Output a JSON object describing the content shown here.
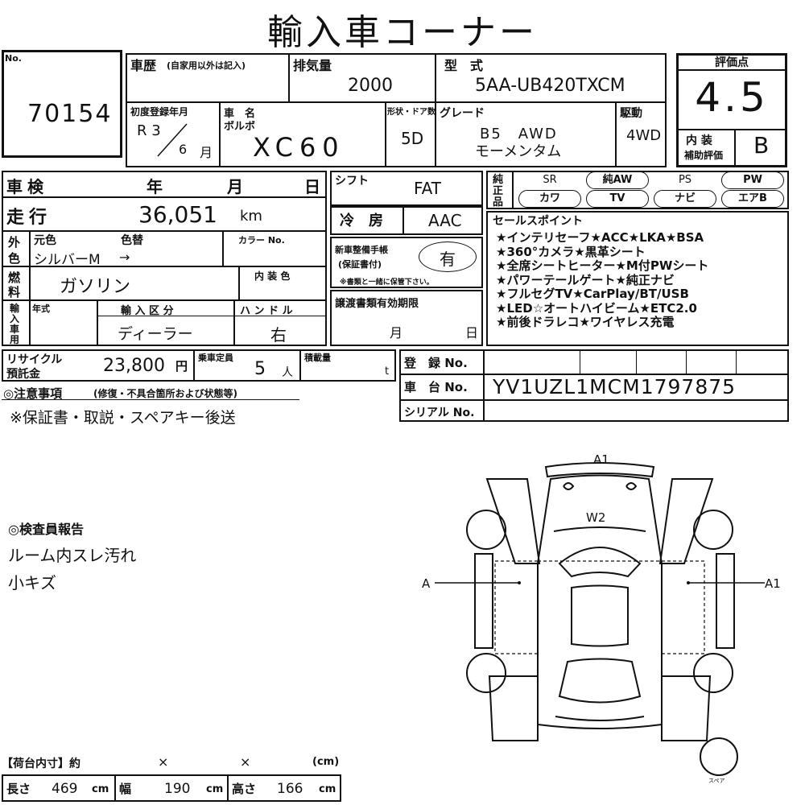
{
  "title": "輸入車コーナー",
  "lot": {
    "label": "No.",
    "value": "70154"
  },
  "history": {
    "label": "車歴",
    "note": "(自家用以外は記入)"
  },
  "displacement": {
    "label": "排気量",
    "value": "2000"
  },
  "model_code": {
    "label": "型　式",
    "value": "5AA-UB420TXCM"
  },
  "rating": {
    "label": "評価点",
    "score": "4.5",
    "interior_label_1": "内 装",
    "interior_label_2": "補助評価",
    "interior_value": "B"
  },
  "first_reg": {
    "label": "初度登録年月",
    "era": "R 3",
    "month": "6",
    "month_unit": "月"
  },
  "car_name": {
    "label": "車　名",
    "maker": "ボルボ",
    "name": "XC60"
  },
  "body_type": {
    "label": "形状・ドア数",
    "value": "5D"
  },
  "grade": {
    "label": "グレード",
    "line1": "B5　AWD",
    "line2": "モーメンタム"
  },
  "drive": {
    "label": "駆動",
    "value": "4WD"
  },
  "inspection": {
    "label": "車検",
    "year": "年",
    "month": "月",
    "day": "日"
  },
  "shift": {
    "label": "シフト",
    "value": "FAT"
  },
  "mileage": {
    "label": "走行",
    "value": "36,051",
    "unit": "km"
  },
  "aircon": {
    "label": "冷　房",
    "value": "AAC"
  },
  "color": {
    "side_label_1": "外",
    "side_label_2": "色",
    "original_label": "元色",
    "repaint_label": "色替",
    "color_no_label": "カラー No.",
    "value": "シルバーM",
    "arrow": "→"
  },
  "maintenance": {
    "label_1": "新車整備手帳",
    "label_2": "(保証書付)",
    "value": "有",
    "note": "※書類と一緒に保管下さい。"
  },
  "fuel": {
    "label_1": "燃",
    "label_2": "料",
    "value": "ガソリン",
    "interior_color_label": "内 装 色"
  },
  "import": {
    "side_label": [
      "輸",
      "入",
      "車",
      "用"
    ],
    "year_label": "年式",
    "route_label": "輸 入 区 分",
    "route_value": "ディーラー",
    "handle_label": "ハ ン ド ル",
    "handle_value": "右"
  },
  "transfer": {
    "label": "譲渡書類有効期限",
    "month": "月",
    "day": "日"
  },
  "equipment": {
    "side_label": [
      "純",
      "正",
      "品"
    ],
    "items": [
      "SR",
      "純AW",
      "PS",
      "PW",
      "カワ",
      "TV",
      "ナビ",
      "エアB"
    ],
    "selected": [
      "純AW",
      "PW",
      "カワ",
      "TV",
      "ナビ",
      "エアB"
    ]
  },
  "sales_points": {
    "label": "セールスポイント",
    "lines": [
      "★インテリセーフ★ACC★LKA★BSA",
      "★360°カメラ★黒革シート",
      "★全席シートヒーター★M付PWシート",
      "★パワーテールゲート★純正ナビ",
      "★フルセグTV★CarPlay/BT/USB",
      "★LED☆オートハイビーム★ETC2.0",
      "★前後ドラレコ★ワイヤレス充電"
    ]
  },
  "recycle": {
    "label_1": "リサイクル",
    "label_2": "預託金",
    "value": "23,800",
    "unit": "円"
  },
  "capacity": {
    "label": "乗車定員",
    "value": "5",
    "unit": "人"
  },
  "load": {
    "label": "積載量",
    "unit": "t"
  },
  "registration": {
    "label": "登　録 No."
  },
  "chassis": {
    "label": "車　台 No.",
    "value": "YV1UZL1MCM1797875"
  },
  "serial": {
    "label": "シリアル No."
  },
  "notes": {
    "label": "◎注意事項",
    "sub": "(修復・不具合箇所および状態等)",
    "text": "※保証書・取説・スペアキー後送"
  },
  "inspector": {
    "label": "◎検査員報告",
    "lines": [
      "ルーム内スレ汚れ",
      "小キズ"
    ]
  },
  "diagram": {
    "top": "A1",
    "hood": "W2",
    "left": "A",
    "right": "A1",
    "spare": "スペア"
  },
  "cargo": {
    "label": "【荷台内寸】約",
    "times1": "×",
    "times2": "×",
    "unit_paren": "(cm)",
    "length_label": "長さ",
    "length": "469",
    "width_label": "幅",
    "width": "190",
    "height_label": "高さ",
    "height": "166",
    "cm": "cm"
  }
}
